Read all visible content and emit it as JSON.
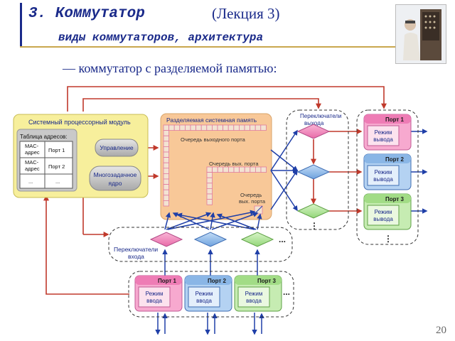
{
  "header": {
    "title": "3. Коммутатор",
    "lecture": "(Лекция 3)",
    "subtitle": "виды коммутаторов, архитектура"
  },
  "slide": {
    "caption": "— коммутатор с разделяемой памятью:",
    "page_number": "20"
  },
  "cpu": {
    "title": "Системный процессорный модуль",
    "table_title": "Таблица адресов:",
    "rows": [
      {
        "mac": "MAC-\nадрес",
        "port": "Порт 1"
      },
      {
        "mac": "MAC-\nадрес",
        "port": "Порт 2"
      },
      {
        "mac": "...",
        "port": "..."
      }
    ],
    "control": "Управление",
    "core_line1": "Многозадачное",
    "core_line2": "ядро"
  },
  "memory": {
    "title": "Разделяемая системная память",
    "queue1": "Очередь выходного порта",
    "queue2": "Очередь вых. порта",
    "queue3_line1": "Очередь",
    "queue3_line2": "вых. порта"
  },
  "output_switches": {
    "label_line1": "Переключатели",
    "label_line2": "выхода",
    "more": "⋮"
  },
  "input_switches": {
    "label_line1": "Переключатели",
    "label_line2": "входа",
    "more": "..."
  },
  "output_ports": [
    {
      "name": "Порт 1",
      "mode_line1": "Режим",
      "mode_line2": "вывода"
    },
    {
      "name": "Порт 2",
      "mode_line1": "Режим",
      "mode_line2": "вывода"
    },
    {
      "name": "Порт 3",
      "mode_line1": "Режим",
      "mode_line2": "вывода"
    }
  ],
  "output_more": "⋮",
  "input_ports": [
    {
      "name": "Порт 1",
      "mode_line1": "Режим",
      "mode_line2": "ввода"
    },
    {
      "name": "Порт 2",
      "mode_line1": "Режим",
      "mode_line2": "ввода"
    },
    {
      "name": "Порт 3",
      "mode_line1": "Режим",
      "mode_line2": "ввода"
    }
  ],
  "input_more": "...",
  "colors": {
    "title": "#1a2a8a",
    "arrow_red": "#c0392b",
    "arrow_blue": "#1f3fa8",
    "port1": "#f080b8",
    "port2": "#8fb8e8",
    "port3": "#a8e08f",
    "cpu_bg": "#f7ef9c",
    "memory_bg": "#f8c898"
  }
}
